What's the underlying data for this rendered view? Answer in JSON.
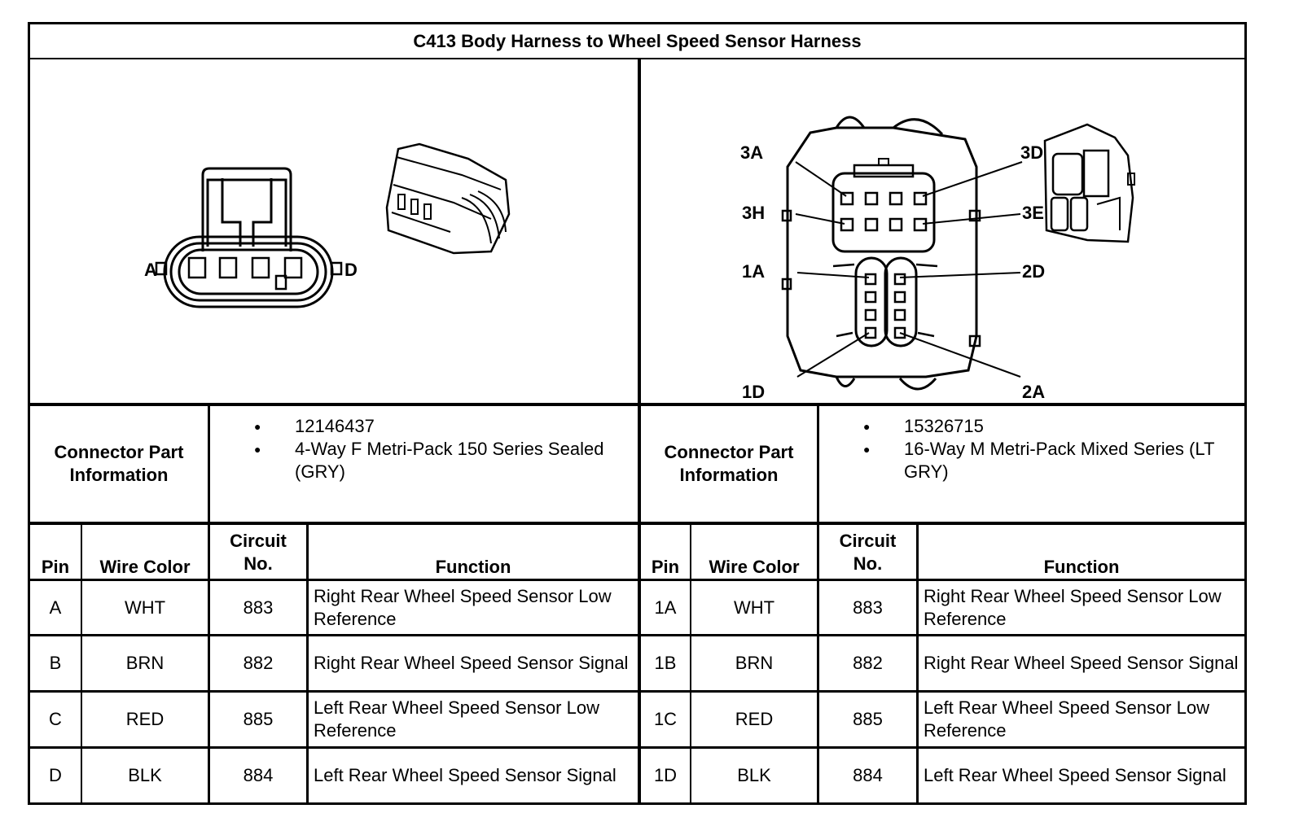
{
  "title": "C413 Body Harness to Wheel Speed Sensor Harness",
  "left": {
    "pin_labels": [
      "A",
      "D"
    ],
    "connector_info_label": "Connector Part Information",
    "connector_info": [
      "12146437",
      "4-Way F Metri-Pack 150 Series Sealed (GRY)"
    ],
    "headers": {
      "pin": "Pin",
      "wire_color": "Wire Color",
      "circuit": "Circuit No.",
      "function": "Function"
    },
    "rows": [
      {
        "pin": "A",
        "wire_color": "WHT",
        "circuit": "883",
        "function": "Right Rear Wheel Speed Sensor Low Reference"
      },
      {
        "pin": "B",
        "wire_color": "BRN",
        "circuit": "882",
        "function": "Right Rear Wheel Speed Sensor Signal"
      },
      {
        "pin": "C",
        "wire_color": "RED",
        "circuit": "885",
        "function": "Left Rear Wheel Speed Sensor Low Reference"
      },
      {
        "pin": "D",
        "wire_color": "BLK",
        "circuit": "884",
        "function": "Left Rear Wheel Speed Sensor Signal"
      }
    ]
  },
  "right": {
    "pin_labels": [
      "3A",
      "3D",
      "3H",
      "3E",
      "1A",
      "2D",
      "1D",
      "2A"
    ],
    "connector_info_label": "Connector Part Information",
    "connector_info": [
      "15326715",
      "16-Way M Metri-Pack Mixed Series (LT GRY)"
    ],
    "headers": {
      "pin": "Pin",
      "wire_color": "Wire Color",
      "circuit": "Circuit No.",
      "function": "Function"
    },
    "rows": [
      {
        "pin": "1A",
        "wire_color": "WHT",
        "circuit": "883",
        "function": "Right Rear Wheel Speed Sensor Low Reference"
      },
      {
        "pin": "1B",
        "wire_color": "BRN",
        "circuit": "882",
        "function": "Right Rear Wheel Speed Sensor Signal"
      },
      {
        "pin": "1C",
        "wire_color": "RED",
        "circuit": "885",
        "function": "Left Rear Wheel Speed Sensor Low Reference"
      },
      {
        "pin": "1D",
        "wire_color": "BLK",
        "circuit": "884",
        "function": "Left Rear Wheel Speed Sensor Signal"
      }
    ]
  }
}
